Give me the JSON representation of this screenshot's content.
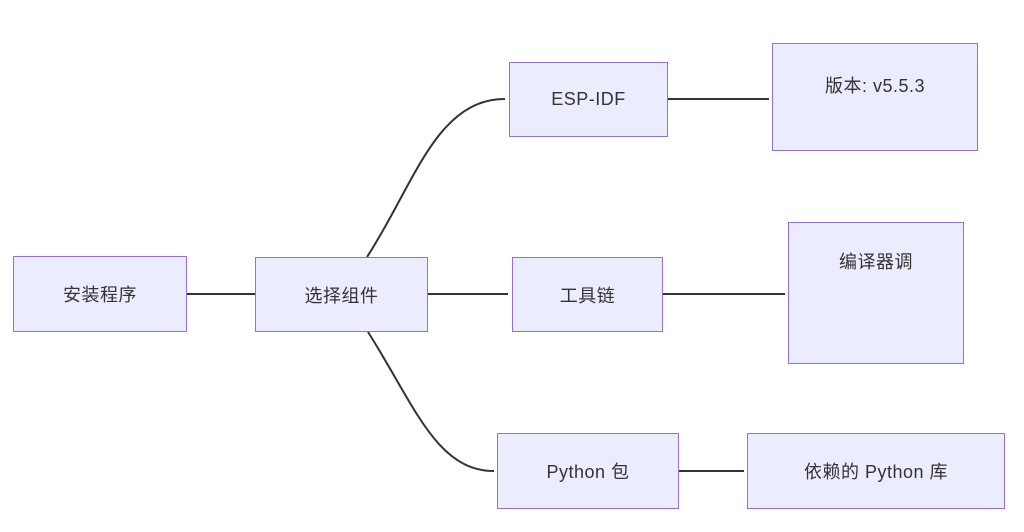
{
  "diagram": {
    "type": "flowchart",
    "direction": "left-to-right",
    "colors": {
      "node_fill": "#ECECFF",
      "node_border": "#9370DB",
      "edge_line": "#333333",
      "text": "#333333",
      "background": "#ffffff"
    },
    "nodes": [
      {
        "id": "installer",
        "label": "安装程序"
      },
      {
        "id": "select-components",
        "label": "选择组件"
      },
      {
        "id": "esp-idf",
        "label": "ESP-IDF"
      },
      {
        "id": "esp-idf-version",
        "label": "版本: v5.5.3"
      },
      {
        "id": "toolchain",
        "label": "工具链"
      },
      {
        "id": "compiler",
        "label": "编译器调"
      },
      {
        "id": "python-packages",
        "label": "Python 包"
      },
      {
        "id": "python-deps",
        "label": "依赖的 Python 库"
      }
    ],
    "edges": [
      {
        "from": "installer",
        "to": "select-components",
        "arrow": false
      },
      {
        "from": "select-components",
        "to": "esp-idf",
        "arrow": false
      },
      {
        "from": "select-components",
        "to": "toolchain",
        "arrow": false
      },
      {
        "from": "select-components",
        "to": "python-packages",
        "arrow": false
      },
      {
        "from": "esp-idf",
        "to": "esp-idf-version",
        "arrow": false
      },
      {
        "from": "toolchain",
        "to": "compiler",
        "arrow": false
      },
      {
        "from": "python-packages",
        "to": "python-deps",
        "arrow": false
      }
    ]
  }
}
